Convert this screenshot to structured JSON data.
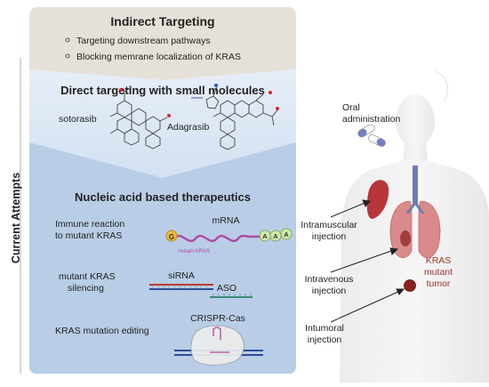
{
  "side_label": "Current Attempts",
  "indirect": {
    "title": "Indirect Targeting",
    "bullets": [
      "Targeting downstream pathways",
      "Blocking memrane localization of KRAS"
    ]
  },
  "direct": {
    "title": "Direct targeting with small molecules",
    "drug1": "sotorasib",
    "drug2": "Adagrasib"
  },
  "nucleic": {
    "title": "Nucleic acid based therapeutics",
    "immune_label": [
      "Immune reaction",
      "to mutant KRAS"
    ],
    "mrna_label": "mRNA",
    "mrna_cap": "G",
    "mrna_tail": [
      "A",
      "A",
      "A"
    ],
    "mrna_sub": "mutant KRAS",
    "silencing_label": [
      "mutant KRAS",
      "silencing"
    ],
    "sirna_label": "siRNA",
    "aso_label": "ASO",
    "editing_label": "KRAS mutation editing",
    "crispr_label": "CRISPR-Cas"
  },
  "routes": {
    "oral": [
      "Oral",
      "administration"
    ],
    "intramuscular": [
      "Intramuscular",
      "injection"
    ],
    "intravenous": [
      "Intravenous",
      "injection"
    ],
    "intumoral": [
      "Intumoral",
      "injection"
    ]
  },
  "tumor": [
    "KRAS",
    "mutant",
    "tumor"
  ],
  "colors": {
    "indirect_bg": "#e6e1d8",
    "direct_bg": "#dde7f3",
    "nucleic_bg": "#b9cde7",
    "tumor_text": "#a0362a",
    "lung": "#d98a8a",
    "trachea": "#6c7fb3"
  }
}
